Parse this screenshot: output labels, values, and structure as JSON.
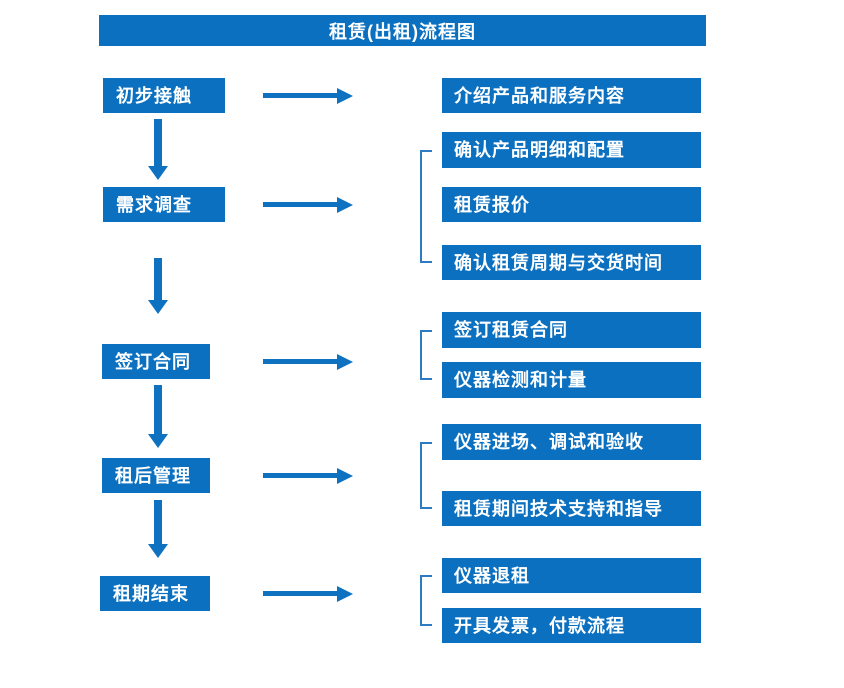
{
  "title": "租赁(出租)流程图",
  "colors": {
    "box_blue": "#0b70c0",
    "arrow_blue": "#0e72c0",
    "bracket_blue": "#2e7bc4",
    "text_white": "#ffffff"
  },
  "flow": [
    {
      "stage": "初步接触",
      "details": [
        "介绍产品和服务内容"
      ]
    },
    {
      "stage": "需求调查",
      "details": [
        "确认产品明细和配置",
        "租赁报价",
        "确认租赁周期与交货时间"
      ]
    },
    {
      "stage": "签订合同",
      "details": [
        "签订租赁合同",
        "仪器检测和计量"
      ]
    },
    {
      "stage": "租后管理",
      "details": [
        "仪器进场、调试和验收",
        "租赁期间技术支持和指导"
      ]
    },
    {
      "stage": "租期结束",
      "details": [
        "仪器退租",
        "开具发票，付款流程"
      ]
    }
  ]
}
